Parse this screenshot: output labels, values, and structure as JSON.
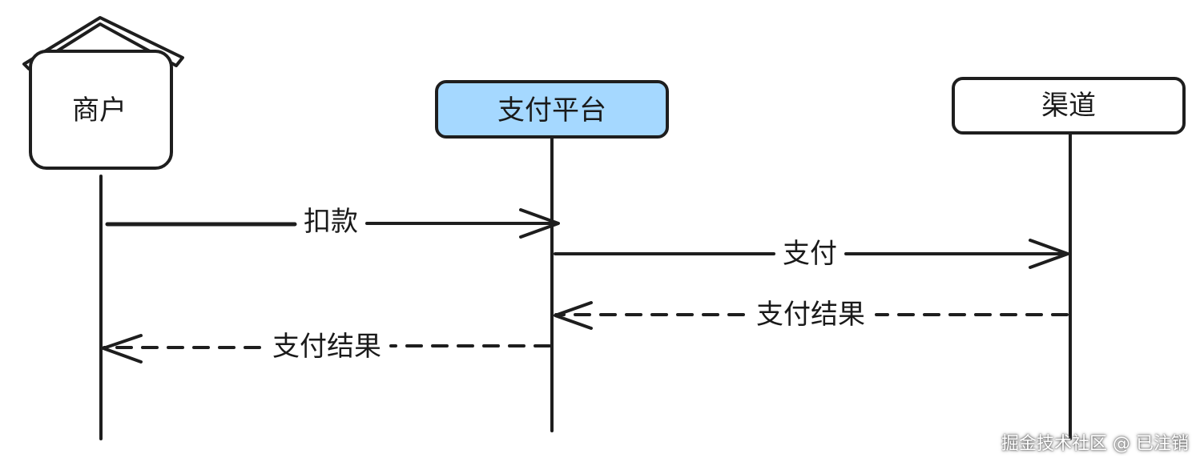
{
  "actors": [
    {
      "id": "merchant",
      "label": "商户",
      "fill": "#ffffff"
    },
    {
      "id": "platform",
      "label": "支付平台",
      "fill": "#a5d8ff"
    },
    {
      "id": "channel",
      "label": "渠道",
      "fill": "#ffffff"
    }
  ],
  "messages": [
    {
      "from": "merchant",
      "to": "platform",
      "label": "扣款",
      "style": "solid"
    },
    {
      "from": "platform",
      "to": "channel",
      "label": "支付",
      "style": "solid"
    },
    {
      "from": "channel",
      "to": "platform",
      "label": "支付结果",
      "style": "dashed"
    },
    {
      "from": "platform",
      "to": "merchant",
      "label": "支付结果",
      "style": "dashed"
    }
  ],
  "watermark": "掘金技术社区 @ 已注销",
  "colors": {
    "stroke": "#1e1e1e",
    "highlight": "#a5d8ff",
    "background": "#ffffff"
  }
}
